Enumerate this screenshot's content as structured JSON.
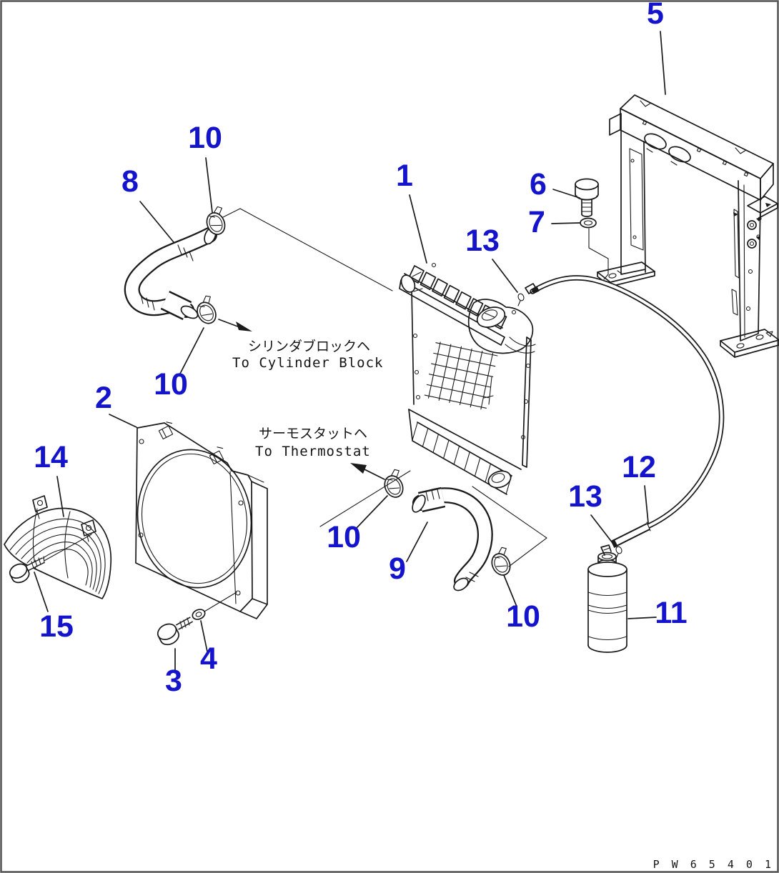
{
  "page": {
    "background": "#ffffff",
    "border_color": "#555555",
    "line_color": "#1a1a1a",
    "callout_color": "#1414cc",
    "drawing_number": "P W 6 5  4 0 1"
  },
  "annotations": {
    "cylinder_block_jp": "シリンダブロックヘ",
    "cylinder_block_en": "To Cylinder Block",
    "thermostat_jp": "サーモスタットヘ",
    "thermostat_en": "To Thermostat"
  },
  "callouts": [
    {
      "num": "5"
    },
    {
      "num": "10"
    },
    {
      "num": "8"
    },
    {
      "num": "1"
    },
    {
      "num": "6"
    },
    {
      "num": "7"
    },
    {
      "num": "13"
    },
    {
      "num": "10"
    },
    {
      "num": "2"
    },
    {
      "num": "14"
    },
    {
      "num": "12"
    },
    {
      "num": "13"
    },
    {
      "num": "10"
    },
    {
      "num": "9"
    },
    {
      "num": "11"
    },
    {
      "num": "10"
    },
    {
      "num": "15"
    },
    {
      "num": "4"
    },
    {
      "num": "3"
    }
  ]
}
